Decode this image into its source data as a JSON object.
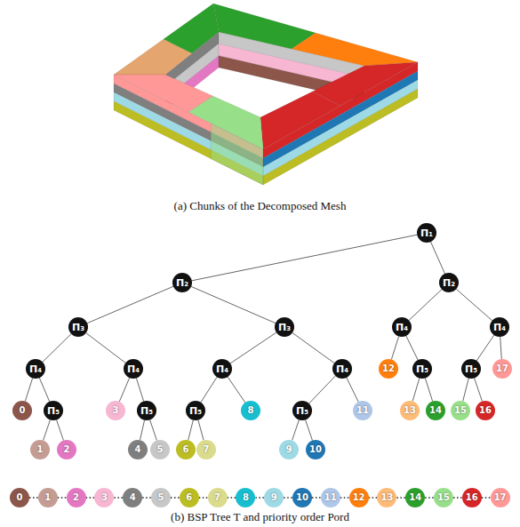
{
  "diagram": {
    "nodes": [
      {
        "text": [
          "Π₁"
        ]
      },
      {
        "text": [
          "Π₂"
        ]
      },
      {
        "text": [
          "Π₂"
        ]
      },
      {
        "text": [
          "Π₃"
        ]
      },
      {
        "text": [
          "Π₃"
        ]
      },
      {
        "text": [
          "Π₄"
        ]
      },
      {
        "text": [
          "Π₄"
        ]
      },
      {
        "text": [
          "Π₄"
        ]
      },
      {
        "text": [
          "Π₄"
        ]
      },
      {
        "text": [
          "Π₄"
        ]
      },
      {
        "text": [
          "Π₄"
        ]
      },
      {
        "text": [
          "12"
        ]
      },
      {
        "text": [
          "Π₅"
        ]
      },
      {
        "text": [
          "Π₅"
        ]
      },
      {
        "text": [
          "17"
        ]
      },
      {
        "text": [
          "0"
        ]
      },
      {
        "text": [
          "Π₅"
        ]
      },
      {
        "text": [
          "3"
        ]
      },
      {
        "text": [
          "Π₅"
        ]
      },
      {
        "text": [
          "Π₅"
        ]
      },
      {
        "text": [
          "8"
        ]
      },
      {
        "text": [
          "Π₅"
        ]
      },
      {
        "text": [
          "11"
        ]
      },
      {
        "text": [
          "13"
        ]
      },
      {
        "text": [
          "14"
        ]
      },
      {
        "text": [
          "15"
        ]
      },
      {
        "text": [
          "16"
        ]
      },
      {
        "text": [
          "1"
        ]
      },
      {
        "text": [
          "2"
        ]
      },
      {
        "text": [
          "4"
        ]
      },
      {
        "text": [
          "5"
        ]
      },
      {
        "text": [
          "6"
        ]
      },
      {
        "text": [
          "7"
        ]
      },
      {
        "text": [
          "9"
        ]
      },
      {
        "text": [
          "10"
        ]
      },
      {
        "text": [
          "0"
        ]
      },
      {
        "text": [
          "1"
        ]
      },
      {
        "text": [
          "2"
        ]
      },
      {
        "text": [
          "3"
        ]
      },
      {
        "text": [
          "4"
        ]
      },
      {
        "text": [
          "5"
        ]
      },
      {
        "text": [
          "6"
        ]
      },
      {
        "text": [
          "7"
        ]
      },
      {
        "text": [
          "8"
        ]
      },
      {
        "text": [
          "9"
        ]
      },
      {
        "text": [
          "10"
        ]
      },
      {
        "text": [
          "11"
        ]
      },
      {
        "text": [
          "12"
        ]
      },
      {
        "text": [
          "13"
        ]
      },
      {
        "text": [
          "14"
        ]
      },
      {
        "text": [
          "15"
        ]
      },
      {
        "text": [
          "16"
        ]
      },
      {
        "text": [
          "17"
        ]
      }
    ],
    "edges": [
      {
        "from": 0,
        "to": 1,
        "arrow": "none"
      },
      {
        "from": 0,
        "to": 2,
        "arrow": "none"
      },
      {
        "from": 1,
        "to": 3,
        "arrow": "none"
      },
      {
        "from": 1,
        "to": 4,
        "arrow": "none"
      },
      {
        "from": 2,
        "to": 5,
        "arrow": "none"
      },
      {
        "from": 2,
        "to": 6,
        "arrow": "none"
      },
      {
        "from": 3,
        "to": 7,
        "arrow": "none"
      },
      {
        "from": 3,
        "to": 8,
        "arrow": "none"
      },
      {
        "from": 4,
        "to": 9,
        "arrow": "none"
      },
      {
        "from": 4,
        "to": 10,
        "arrow": "none"
      },
      {
        "from": 5,
        "to": 11,
        "arrow": "none"
      },
      {
        "from": 5,
        "to": 12,
        "arrow": "none"
      },
      {
        "from": 6,
        "to": 13,
        "arrow": "none"
      },
      {
        "from": 6,
        "to": 14,
        "arrow": "none"
      },
      {
        "from": 7,
        "to": 15,
        "arrow": "none"
      },
      {
        "from": 7,
        "to": 16,
        "arrow": "none"
      },
      {
        "from": 8,
        "to": 17,
        "arrow": "none"
      },
      {
        "from": 8,
        "to": 18,
        "arrow": "none"
      },
      {
        "from": 9,
        "to": 19,
        "arrow": "none"
      },
      {
        "from": 9,
        "to": 20,
        "arrow": "none"
      },
      {
        "from": 10,
        "to": 21,
        "arrow": "none"
      },
      {
        "from": 10,
        "to": 22,
        "arrow": "none"
      },
      {
        "from": 12,
        "to": 23,
        "arrow": "none"
      },
      {
        "from": 12,
        "to": 24,
        "arrow": "none"
      },
      {
        "from": 13,
        "to": 25,
        "arrow": "none"
      },
      {
        "from": 13,
        "to": 26,
        "arrow": "none"
      },
      {
        "from": 16,
        "to": 27,
        "arrow": "none"
      },
      {
        "from": 16,
        "to": 28,
        "arrow": "none"
      },
      {
        "from": 18,
        "to": 29,
        "arrow": "none"
      },
      {
        "from": 18,
        "to": 30,
        "arrow": "none"
      },
      {
        "from": 19,
        "to": 31,
        "arrow": "none"
      },
      {
        "from": 19,
        "to": 32,
        "arrow": "none"
      },
      {
        "from": 21,
        "to": 33,
        "arrow": "none"
      },
      {
        "from": 21,
        "to": 34,
        "arrow": "none"
      },
      {
        "from": 35,
        "to": 36,
        "arrow": "none"
      },
      {
        "from": 36,
        "to": 37,
        "arrow": "none"
      },
      {
        "from": 37,
        "to": 38,
        "arrow": "none"
      },
      {
        "from": 38,
        "to": 39,
        "arrow": "none"
      },
      {
        "from": 39,
        "to": 40,
        "arrow": "none"
      },
      {
        "from": 40,
        "to": 41,
        "arrow": "none"
      },
      {
        "from": 41,
        "to": 42,
        "arrow": "none"
      },
      {
        "from": 42,
        "to": 43,
        "arrow": "none"
      },
      {
        "from": 43,
        "to": 44,
        "arrow": "none"
      },
      {
        "from": 44,
        "to": 45,
        "arrow": "none"
      },
      {
        "from": 45,
        "to": 46,
        "arrow": "none"
      },
      {
        "from": 46,
        "to": 47,
        "arrow": "none"
      },
      {
        "from": 47,
        "to": 48,
        "arrow": "none"
      },
      {
        "from": 48,
        "to": 49,
        "arrow": "none"
      },
      {
        "from": 49,
        "to": 50,
        "arrow": "none"
      },
      {
        "from": 50,
        "to": 51,
        "arrow": "none"
      },
      {
        "from": 51,
        "to": 52,
        "arrow": "none"
      }
    ],
    "labels": [
      "(a) Chunks of the Decomposed Mesh",
      "(b) BSP Tree T and priority order Pord"
    ]
  }
}
